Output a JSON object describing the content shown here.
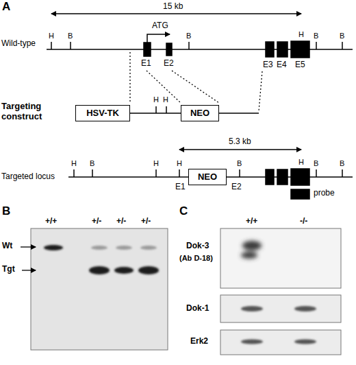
{
  "diagram": {
    "nodes": [
      {
        "text": [
          "HSV-TK"
        ]
      },
      {
        "text": [
          "NEO"
        ]
      },
      {
        "text": [
          "NEO"
        ]
      }
    ],
    "labels": [
      "A",
      "15 kb",
      "Wild-type",
      "H",
      "B",
      "ATG",
      "B",
      "H",
      "B",
      "B",
      "E1",
      "E2",
      "E3",
      "E4",
      "E5",
      "Targeting construct",
      "H",
      "H",
      "5.3 kb",
      "Targeted locus",
      "H",
      "B",
      "H",
      "H",
      "B",
      "H",
      "B",
      "B",
      "E1",
      "E2",
      "probe",
      "B",
      "+/+",
      "+/-",
      "+/-",
      "+/-",
      "Wt",
      "Tgt",
      "C",
      "+/+",
      "-/-",
      "Dok-3",
      "(Ab D-18)",
      "Dok-1",
      "Erk2"
    ]
  }
}
